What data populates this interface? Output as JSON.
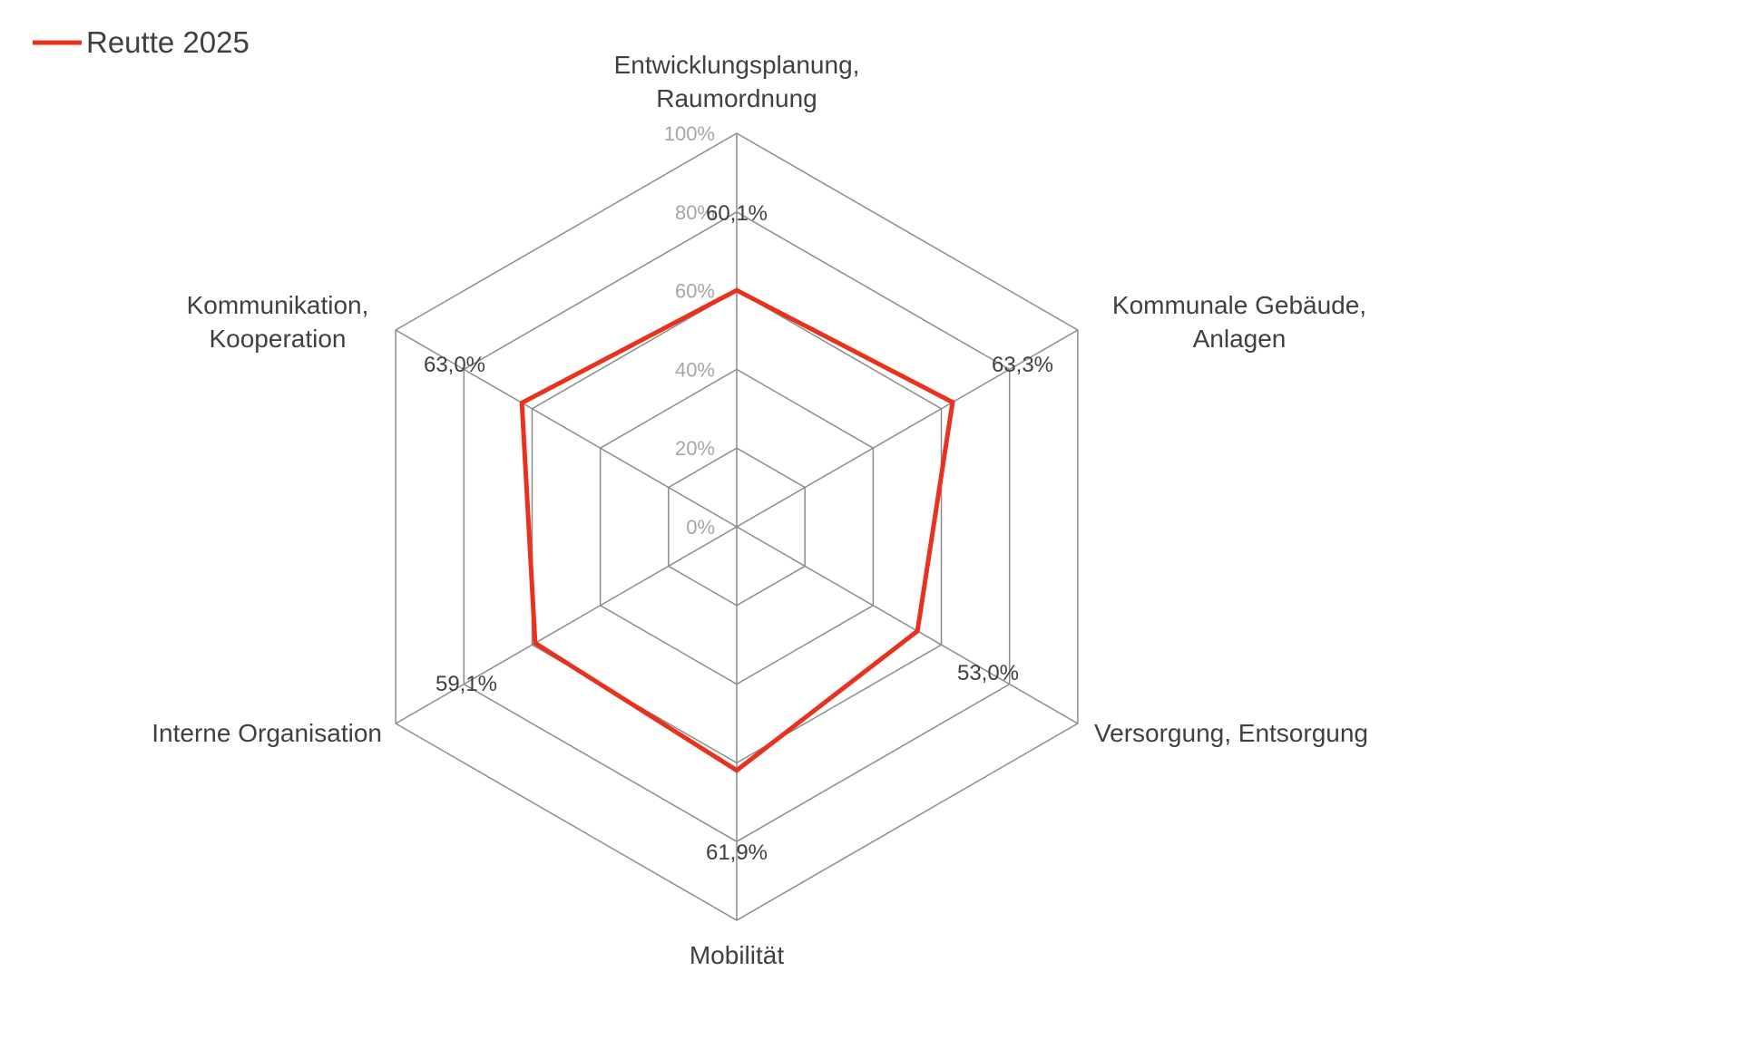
{
  "chart_data": {
    "type": "radar",
    "title": "",
    "legend": {
      "position": "top-left",
      "entries": [
        {
          "name": "Reutte 2025",
          "color": "#e8321e"
        }
      ]
    },
    "categories": [
      [
        "Entwicklungsplanung,",
        "Raumordnung"
      ],
      [
        "Kommunale Gebäude,",
        "Anlagen"
      ],
      [
        "Versorgung, Entsorgung"
      ],
      [
        "Mobilität"
      ],
      [
        "Interne Organisation"
      ],
      [
        "Kommunikation,",
        "Kooperation"
      ]
    ],
    "series": [
      {
        "name": "Reutte 2025",
        "color": "#e8321e",
        "values": [
          60.1,
          63.3,
          53.0,
          61.9,
          59.1,
          63.0
        ]
      }
    ],
    "data_labels": [
      "60,1%",
      "63,3%",
      "53,0%",
      "61,9%",
      "59,1%",
      "63,0%"
    ],
    "axis": {
      "min": 0,
      "max": 100,
      "step": 20,
      "tick_labels": [
        "0%",
        "20%",
        "40%",
        "60%",
        "80%",
        "100%"
      ]
    },
    "grid": true,
    "grid_color": "#8c8c8c"
  }
}
